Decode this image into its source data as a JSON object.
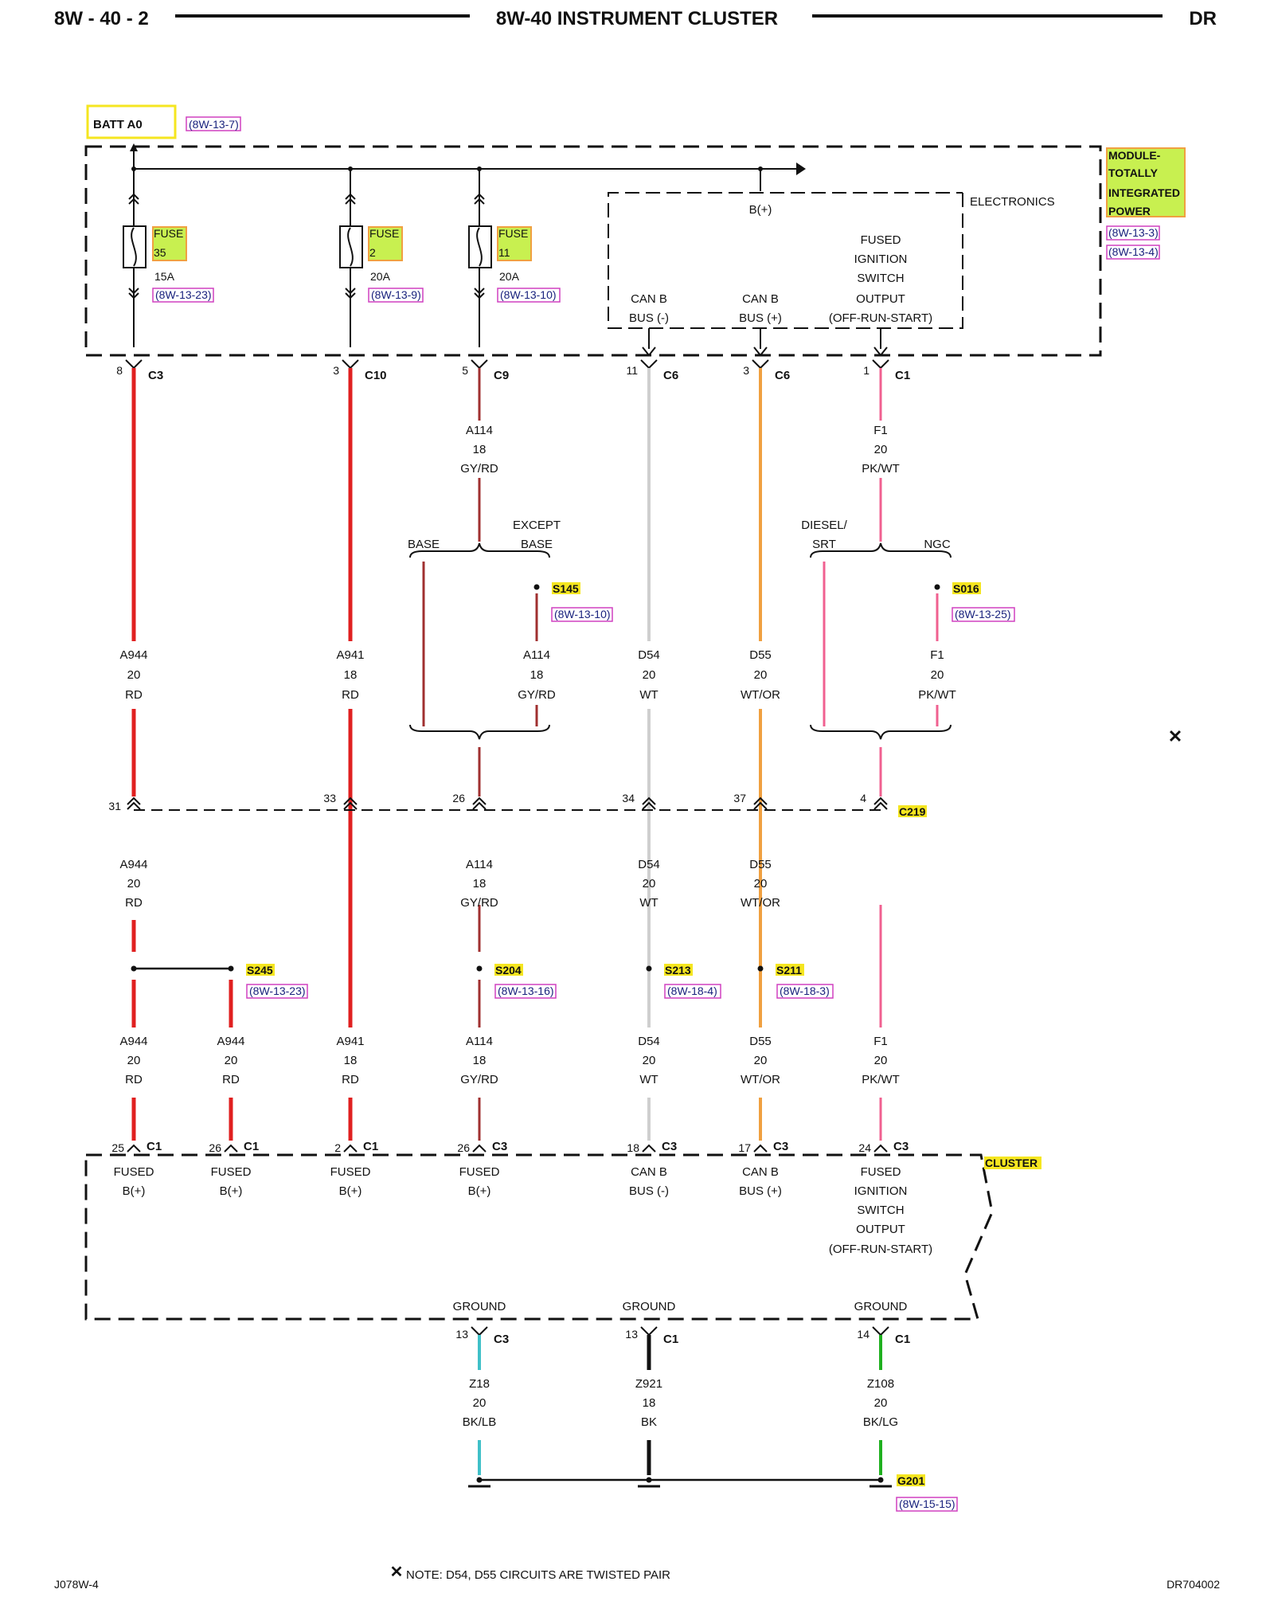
{
  "header": {
    "left": "8W - 40 - 2",
    "center": "8W-40 INSTRUMENT CLUSTER",
    "right": "DR"
  },
  "footer": {
    "left": "J078W-4",
    "note": "NOTE:  D54, D55     CIRCUITS ARE TWISTED PAIR",
    "right": "DR704002"
  },
  "batt": {
    "label": "BATT A0",
    "ref": "(8W-13-7)"
  },
  "tipm": {
    "label_lines": [
      "MODULE-",
      "TOTALLY",
      "INTEGRATED",
      "POWER"
    ],
    "refs": [
      "(8W-13-3)",
      "(8W-13-4)"
    ]
  },
  "electronics": {
    "label": "ELECTRONICS",
    "bplus": "B(+)",
    "can_minus": [
      "CAN B",
      "BUS (-)"
    ],
    "can_plus": [
      "CAN B",
      "BUS (+)"
    ],
    "fused_ign": [
      "FUSED",
      "IGNITION",
      "SWITCH",
      "OUTPUT",
      "(OFF-RUN-START)"
    ]
  },
  "fuses": [
    {
      "name": "FUSE",
      "num": "35",
      "amps": "15A",
      "ref": "(8W-13-23)"
    },
    {
      "name": "FUSE",
      "num": "2",
      "amps": "20A",
      "ref": "(8W-13-9)"
    },
    {
      "name": "FUSE",
      "num": "11",
      "amps": "20A",
      "ref": "(8W-13-10)"
    }
  ],
  "top_pins": [
    {
      "pin": "8",
      "conn": "C3"
    },
    {
      "pin": "3",
      "conn": "C10"
    },
    {
      "pin": "5",
      "conn": "C9"
    },
    {
      "pin": "11",
      "conn": "C6"
    },
    {
      "pin": "3",
      "conn": "C6"
    },
    {
      "pin": "1",
      "conn": "C1"
    }
  ],
  "upper_wires": [
    {
      "circuit": "A114",
      "gauge": "18",
      "color": "GY/RD"
    },
    {
      "circuit": "F1",
      "gauge": "20",
      "color": "PK/WT"
    }
  ],
  "branches": {
    "base": "BASE",
    "except_base": [
      "EXCEPT",
      "BASE"
    ],
    "diesel_srt": [
      "DIESEL/",
      "SRT"
    ],
    "ngc": "NGC"
  },
  "splices_upper": [
    {
      "name": "S145",
      "ref": "(8W-13-10)"
    },
    {
      "name": "S016",
      "ref": "(8W-13-25)"
    }
  ],
  "mid_wires": [
    {
      "circuit": "A944",
      "gauge": "20",
      "color": "RD"
    },
    {
      "circuit": "A941",
      "gauge": "18",
      "color": "RD"
    },
    {
      "circuit": "A114",
      "gauge": "18",
      "color": "GY/RD"
    },
    {
      "circuit": "D54",
      "gauge": "20",
      "color": "WT"
    },
    {
      "circuit": "D55",
      "gauge": "20",
      "color": "WT/OR"
    },
    {
      "circuit": "F1",
      "gauge": "20",
      "color": "PK/WT"
    }
  ],
  "c219": {
    "name": "C219",
    "pins": [
      "31",
      "33",
      "26",
      "34",
      "37",
      "4"
    ]
  },
  "twist_mark": "✕",
  "lower_wires_a": [
    {
      "circuit": "A944",
      "gauge": "20",
      "color": "RD"
    },
    {
      "circuit": "A114",
      "gauge": "18",
      "color": "GY/RD"
    },
    {
      "circuit": "D54",
      "gauge": "20",
      "color": "WT"
    },
    {
      "circuit": "D55",
      "gauge": "20",
      "color": "WT/OR"
    }
  ],
  "splices_lower": [
    {
      "name": "S245",
      "ref": "(8W-13-23)"
    },
    {
      "name": "S204",
      "ref": "(8W-13-16)"
    },
    {
      "name": "S213",
      "ref": "(8W-18-4)"
    },
    {
      "name": "S211",
      "ref": "(8W-18-3)"
    }
  ],
  "lower_wires_b": [
    {
      "circuit": "A944",
      "gauge": "20",
      "color": "RD"
    },
    {
      "circuit": "A944",
      "gauge": "20",
      "color": "RD"
    },
    {
      "circuit": "A941",
      "gauge": "18",
      "color": "RD"
    },
    {
      "circuit": "A114",
      "gauge": "18",
      "color": "GY/RD"
    },
    {
      "circuit": "D54",
      "gauge": "20",
      "color": "WT"
    },
    {
      "circuit": "D55",
      "gauge": "20",
      "color": "WT/OR"
    },
    {
      "circuit": "F1",
      "gauge": "20",
      "color": "PK/WT"
    }
  ],
  "cluster_pins": [
    {
      "pin": "25",
      "conn": "C1"
    },
    {
      "pin": "26",
      "conn": "C1"
    },
    {
      "pin": "2",
      "conn": "C1"
    },
    {
      "pin": "26",
      "conn": "C3"
    },
    {
      "pin": "18",
      "conn": "C3"
    },
    {
      "pin": "17",
      "conn": "C3"
    },
    {
      "pin": "24",
      "conn": "C3"
    }
  ],
  "cluster": {
    "label": "CLUSTER",
    "fused_bplus": [
      "FUSED",
      "B(+)"
    ],
    "can_minus": [
      "CAN B",
      "BUS (-)"
    ],
    "can_plus": [
      "CAN B",
      "BUS (+)"
    ],
    "fused_ign": [
      "FUSED",
      "IGNITION",
      "SWITCH",
      "OUTPUT",
      "(OFF-RUN-START)"
    ],
    "ground": "GROUND"
  },
  "ground_pins": [
    {
      "pin": "13",
      "conn": "C3"
    },
    {
      "pin": "13",
      "conn": "C1"
    },
    {
      "pin": "14",
      "conn": "C1"
    }
  ],
  "ground_wires": [
    {
      "circuit": "Z18",
      "gauge": "20",
      "color": "BK/LB"
    },
    {
      "circuit": "Z921",
      "gauge": "18",
      "color": "BK"
    },
    {
      "circuit": "Z108",
      "gauge": "20",
      "color": "BK/LG"
    }
  ],
  "g201": {
    "name": "G201",
    "ref": "(8W-15-15)"
  },
  "colors": {
    "red": "#e02020",
    "gyrd": "#a03030",
    "white": "#cfcfcf",
    "orange": "#f0a040",
    "pink": "#f06090",
    "black": "#111111",
    "lightblue": "#40c0c8",
    "green": "#20b020",
    "highlight": "#c8f050",
    "yellow": "#f5e620"
  }
}
